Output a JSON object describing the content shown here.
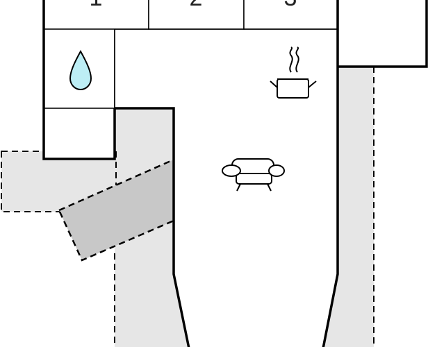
{
  "floorplan": {
    "room_numbers": [
      "1",
      "2",
      "3"
    ],
    "icons": {
      "bathroom": "water-drop-icon",
      "kitchen": "cooking-pot-icon",
      "living": "sofa-icon"
    },
    "colors": {
      "wall": "#000000",
      "terrace": "#e6e6e6",
      "terrace_dark": "#c8c8c8",
      "drop_fill": "#bdeef5",
      "background": "#ffffff"
    }
  }
}
